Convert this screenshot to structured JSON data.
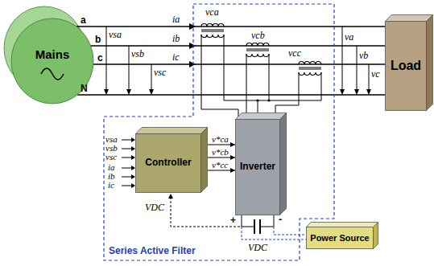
{
  "diagram": {
    "nodes": [
      {
        "text": [
          "Mains"
        ]
      },
      {
        "text": [
          "Load"
        ]
      },
      {
        "text": [
          "Series Active Filter"
        ]
      },
      {
        "text": [
          "Controller"
        ],
        "in": 2
      },
      {
        "text": [
          "Inverter"
        ],
        "in": 2
      },
      {
        "text": [
          "Power Source"
        ]
      }
    ],
    "edges": [
      {
        "from": 0,
        "to": 1,
        "arrow": "none",
        "label": "a"
      },
      {
        "from": 0,
        "to": 1,
        "arrow": "none",
        "label": "b"
      },
      {
        "from": 0,
        "to": 1,
        "arrow": "none",
        "label": "c"
      },
      {
        "from": 0,
        "to": 1,
        "arrow": "none",
        "label": "N"
      },
      {
        "from": 3,
        "to": 4,
        "arrow": "to",
        "label": "v*ca"
      },
      {
        "from": 3,
        "to": 4,
        "arrow": "to",
        "label": "v*cb"
      },
      {
        "from": 3,
        "to": 4,
        "arrow": "to",
        "label": "v*cc"
      }
    ],
    "labels": [
      "vsa",
      "vsb",
      "vsc",
      "ia",
      "ib",
      "ic",
      "vca",
      "vcb",
      "vcc",
      "va",
      "vb",
      "vc",
      "vsa",
      "vsb",
      "vsc",
      "ia",
      "ib",
      "ic",
      "VDC",
      "+",
      "-",
      "VDC"
    ]
  }
}
